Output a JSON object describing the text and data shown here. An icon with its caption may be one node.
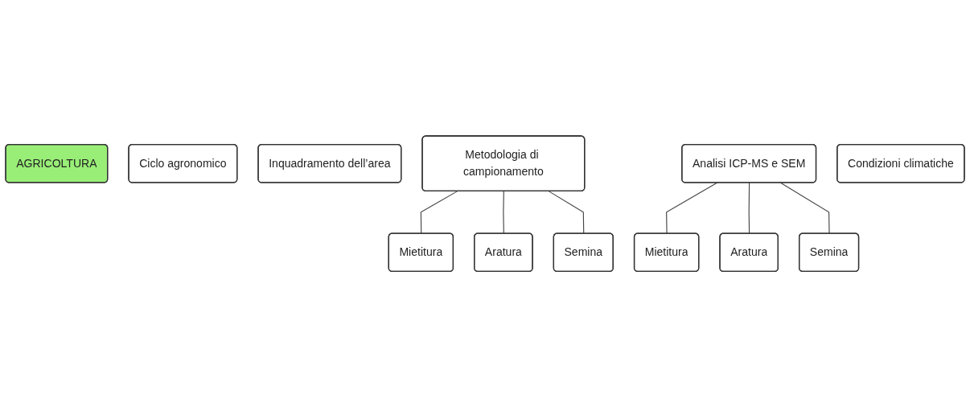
{
  "diagram": {
    "nodes": [
      {
        "text": [
          "AGRICOLTURA"
        ]
      },
      {
        "text": [
          "Ciclo agronomico"
        ]
      },
      {
        "text": [
          "Inquadramento dell’area"
        ]
      },
      {
        "text": [
          "Metodologia di campionamento"
        ]
      },
      {
        "text": [
          "Analisi ICP-MS e SEM"
        ]
      },
      {
        "text": [
          "Condizioni climatiche"
        ]
      },
      {
        "text": [
          "Mietitura"
        ]
      },
      {
        "text": [
          "Aratura"
        ]
      },
      {
        "text": [
          "Semina"
        ]
      },
      {
        "text": [
          "Mietitura"
        ]
      },
      {
        "text": [
          "Aratura"
        ]
      },
      {
        "text": [
          "Semina"
        ]
      }
    ],
    "edges": [
      {
        "from": 3,
        "to": 6,
        "arrow": "none"
      },
      {
        "from": 3,
        "to": 7,
        "arrow": "none"
      },
      {
        "from": 3,
        "to": 8,
        "arrow": "none"
      },
      {
        "from": 4,
        "to": 9,
        "arrow": "none"
      },
      {
        "from": 4,
        "to": 10,
        "arrow": "none"
      },
      {
        "from": 4,
        "to": 11,
        "arrow": "none"
      }
    ]
  }
}
